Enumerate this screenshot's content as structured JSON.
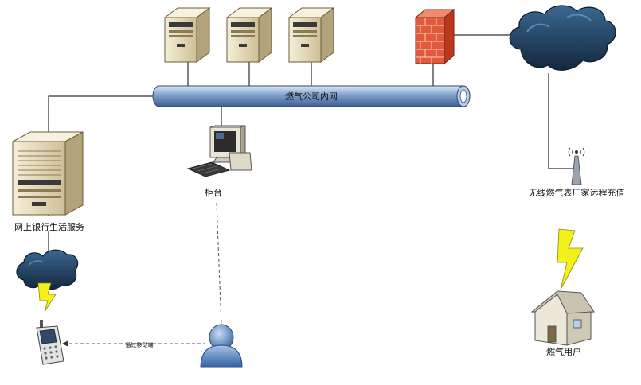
{
  "labels": {
    "intranet": "燃气公司内网",
    "counter": "柜台",
    "online_banking": "网上银行生活服务",
    "wireless_recharge": "无线燃气表厂家远程充值",
    "gas_user": "燃气用户",
    "via_mobile": "通过移动端"
  },
  "colors": {
    "pipe": "#6f93c4",
    "cloud": "#1f3d5c",
    "firewall": "#e15a3b",
    "lightning": "#f3f11b",
    "server": "#e6dcc0"
  }
}
